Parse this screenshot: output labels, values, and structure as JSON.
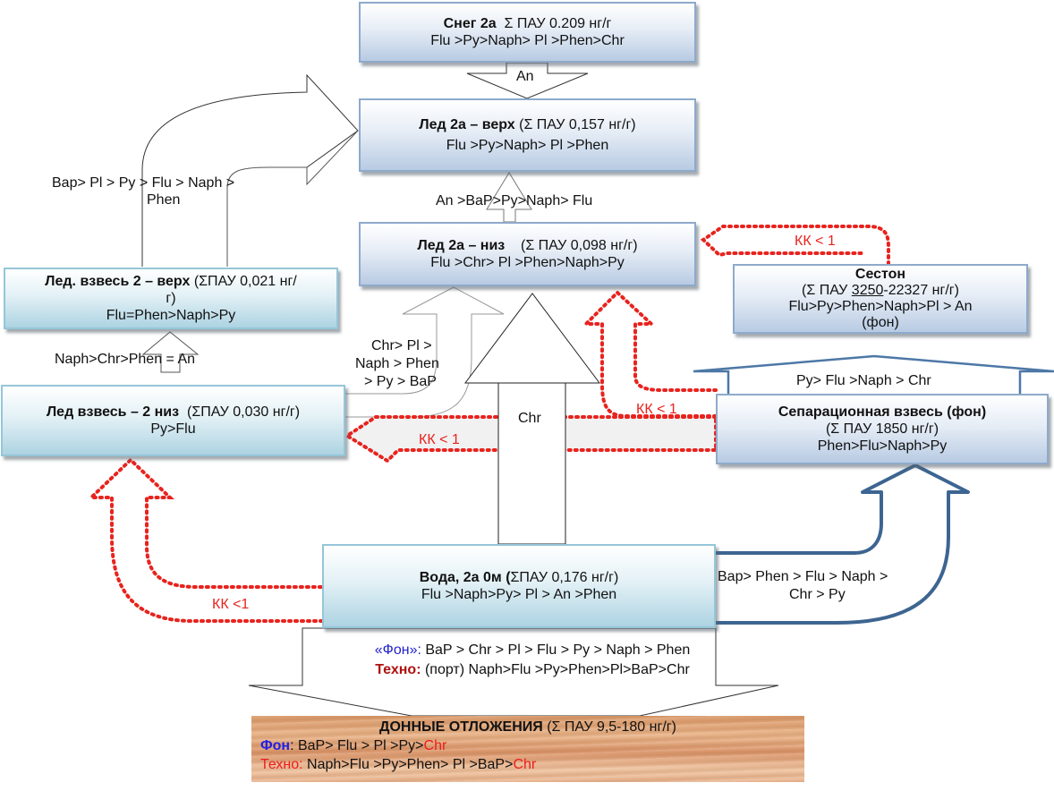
{
  "boxes": {
    "snow": {
      "title": "Снег 2а",
      "sum": "Σ  ПАУ 0.209 нг/г",
      "order": "Flu >Py>Naph>  Pl >Phen>Chr"
    },
    "ice_top": {
      "title": "Лед 2а – верх",
      "sum": " (Σ ПАУ 0,157 нг/г)",
      "order": "Flu >Py>Naph>  Pl >Phen"
    },
    "ice_bottom": {
      "title": "Лед 2а – низ",
      "sum": "    (Σ ПАУ 0,098 нг/г)",
      "order": "Flu >Chr> Pl >Phen>Naph>Py"
    },
    "ice_susp_top": {
      "title": "Лед.  взвесь 2 – верх",
      "sum": " (ΣПАУ 0,021 нг/г)",
      "order": "Flu=Phen>Naph>Py"
    },
    "ice_susp_bottom": {
      "title": "Лед взвесь – 2 низ",
      "sum": "  (ΣПАУ 0,030 нг/г)",
      "order": "Py>Flu"
    },
    "seston": {
      "title": "Сестон",
      "sum_prefix": "(Σ ПАУ ",
      "sum_underlined": "3250",
      "sum_suffix": "-22327 нг/г)",
      "order": "Flu>Py>Phen>Naph>Pl  > An",
      "note": "(фон)"
    },
    "separation": {
      "title": "Сепарационная взвесь (фон)",
      "sum": "(Σ ПАУ 1850 нг/г)",
      "order": "Phen>Flu>Naph>Py"
    },
    "water": {
      "title": "Вода, 2а 0м (",
      "sum": "ΣПАУ 0,176 нг/г)",
      "order": "Flu >Naph>Py>  Pl > An >Phen"
    },
    "sediment": {
      "title": "ДОННЫЕ ОТЛОЖЕНИЯ",
      "sum": " (Σ ПАУ 9,5-180 нг/г)",
      "bg_label": "Фон",
      "bg_order": ": BaP> Flu > Pl >Py>",
      "bg_last": "Chr",
      "tech_label": "Техно:",
      "tech_order": " Naph>Flu  >Py>Phen> Pl >BaP>",
      "tech_last": "Chr"
    }
  },
  "arrow_labels": {
    "snow_to_ice": "An",
    "ice_bottom_to_top": "An >BaP>Py>Naph>  Flu",
    "susp_top_to_ice_line1": "Bap> Pl > Py > Flu > Naph >",
    "susp_top_to_ice_line2": "Phen",
    "susp_bottom_to_top": "Naph>Chr>Phen  = An",
    "susp_bottom_to_ice_line1": "Chr> Pl >",
    "susp_bottom_to_ice_line2": "Naph >  Phen",
    "susp_bottom_to_ice_line3": "> Py > BaP",
    "water_to_ice": "Chr",
    "seston_to_ice": "КК < 1",
    "separation_to_ice": "КК < 1",
    "separation_to_susp": "КК < 1",
    "water_to_susp": "КК <1",
    "separation_to_seston": "Py> Flu >Naph > Chr",
    "water_to_separation_line1": "Bap> Phen  > Flu > Naph >",
    "water_to_separation_line2": "Chr > Py"
  },
  "sediment_callout": {
    "bg_label": "«Фон»:",
    "bg_order": " BaP > Chr > Pl > Flu > Py > Naph  > Phen",
    "tech_label": "Техно:",
    "tech_order": " (порт) Naph>Flu  >Py>Phen>Pl>BaP>Chr"
  },
  "colors": {
    "kk_dotted": "#e8231e",
    "separation_arrow": "#3d6591",
    "box_blue_border": "#8eaacb",
    "box_cyan_border": "#95c6d8"
  }
}
